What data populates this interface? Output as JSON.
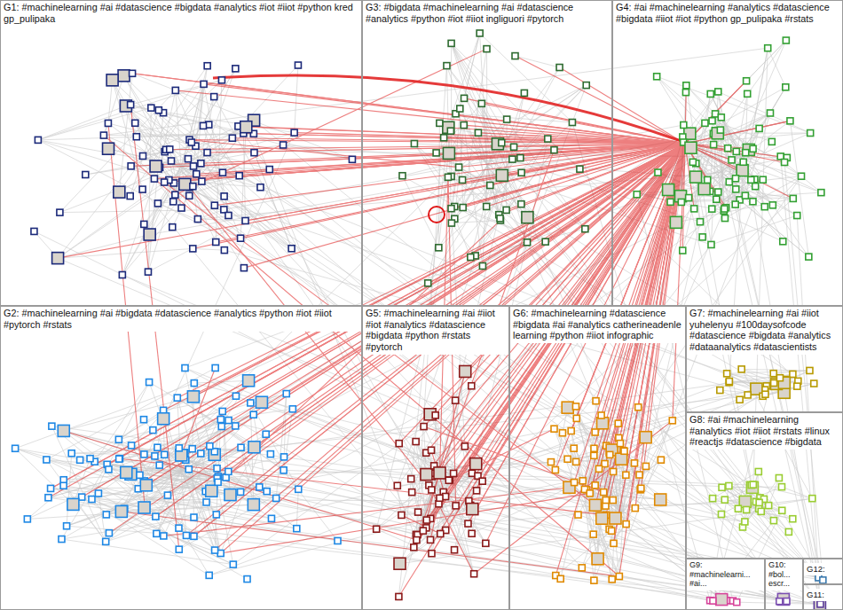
{
  "diagram": {
    "nodes": [
      {
        "text": [
          "G1: #machinelearning #ai #datascience #bigdata #analytics #iot #iiot #python kred gp_pulipaka"
        ]
      },
      {
        "text": [
          "G3: #bigdata #machinelearning #ai #datascience #analytics #python #iot #iiot ingliguori #pytorch"
        ]
      },
      {
        "text": [
          "G4: #ai #machinelearning #analytics #datascience #bigdata #iiot #iot #python gp_pulipaka #rstats"
        ]
      },
      {
        "text": [
          "G2: #machinelearning #ai #bigdata #datascience #analytics #python #iot #iiot #pytorch #rstats"
        ]
      },
      {
        "text": [
          "G5: #machinelearning #ai #iiot #iot #analytics #datascience #bigdata #python #rstats #pytorch"
        ]
      },
      {
        "text": [
          "G6: #machinelearning #datascience #bigdata #ai #analytics catherineadenle learning #python #iiot infographic"
        ]
      },
      {
        "text": [
          "G7: #machinelearning #ai #iiot yuhelenyu #100daysofcode #datascience #bigdata #analytics #dataanalytics #datascientists"
        ]
      },
      {
        "text": [
          "G8: #ai #machinelearning #analytics #iot #iiot #rstats #linux #reactjs #datascience #bigdata"
        ]
      },
      {
        "text": [
          "G9: #machinelearni... #ai..."
        ]
      },
      {
        "text": [
          "G10: #bol... escr..."
        ]
      },
      {
        "text": [
          "G12:"
        ]
      },
      {
        "text": [
          "G11:"
        ]
      }
    ]
  }
}
